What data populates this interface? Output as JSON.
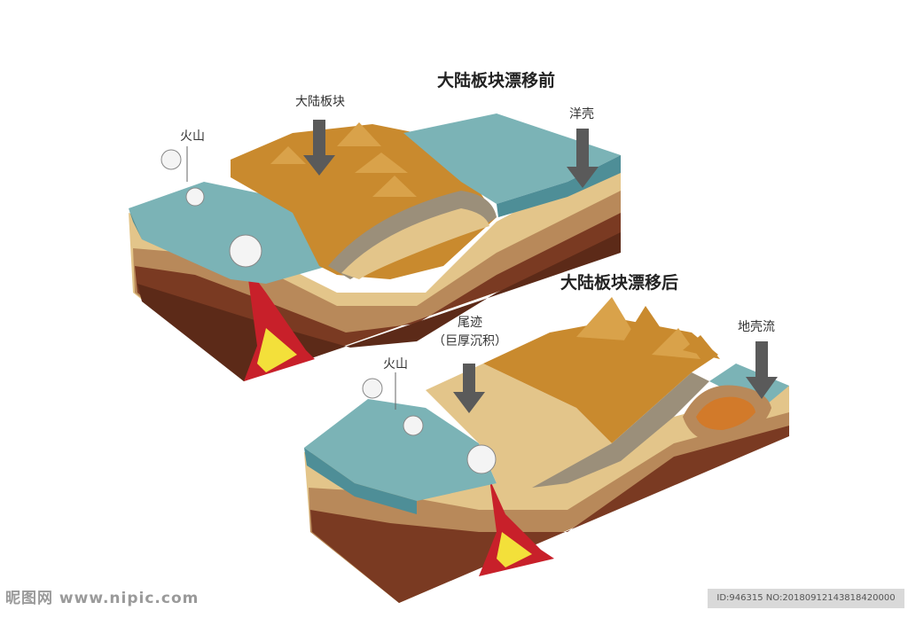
{
  "titles": {
    "before": "大陆板块漂移前",
    "after": "大陆板块漂移后"
  },
  "labels": {
    "volcano_top": "火山",
    "continental_plate": "大陆板块",
    "oceanic_crust": "洋壳",
    "trail_line1": "尾迹",
    "trail_line2": "（巨厚沉积）",
    "volcano_bottom": "火山",
    "crust_flow": "地壳流"
  },
  "watermark": {
    "left": "昵图网 www.nipic.com",
    "right": "ID:946315 NO:20180912143818420000"
  },
  "colors": {
    "ocean": "#7bb3b6",
    "ocean_dark": "#4e8e97",
    "continent": "#c98a2e",
    "continent_light": "#d9a24a",
    "layer_sand": "#e3c58a",
    "layer_tan": "#b8895a",
    "layer_brown": "#7a3a22",
    "layer_dark": "#5c2a18",
    "magma": "#c8202a",
    "magma_core": "#f3e03a",
    "arrow": "#5a5a5a"
  }
}
